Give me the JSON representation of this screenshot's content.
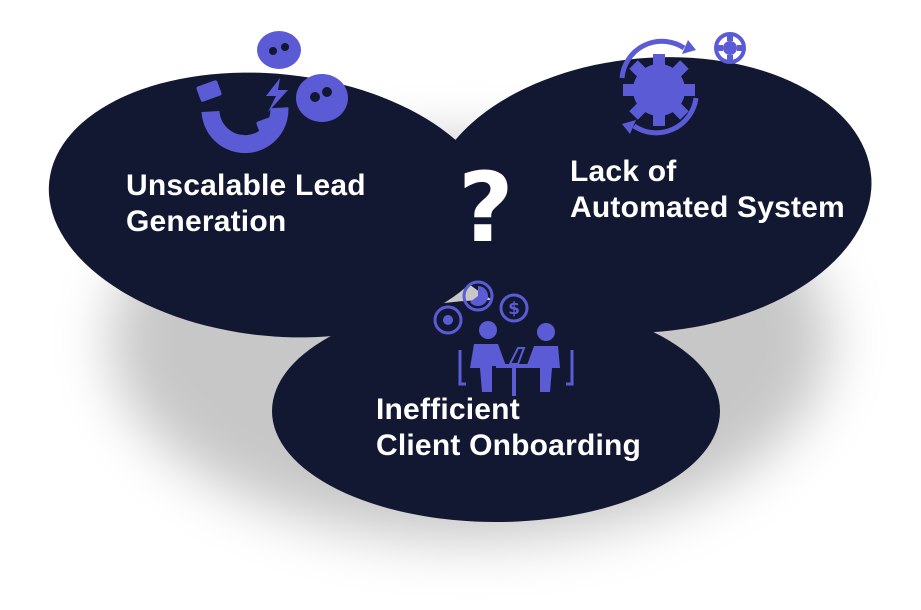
{
  "diagram": {
    "center_symbol": "?",
    "items": [
      {
        "label_line1": "Unscalable Lead",
        "label_line2": "Generation",
        "icon": "magnet-icon"
      },
      {
        "label_line1": "Lack of",
        "label_line2": "Automated System",
        "icon": "gear-cycle-icon"
      },
      {
        "label_line1": "Inefficient",
        "label_line2": "Client Onboarding",
        "icon": "meeting-icon"
      }
    ]
  },
  "colors": {
    "blob": "#121832",
    "accent": "#5b5bd6",
    "text": "#ffffff",
    "background": "#ffffff"
  }
}
